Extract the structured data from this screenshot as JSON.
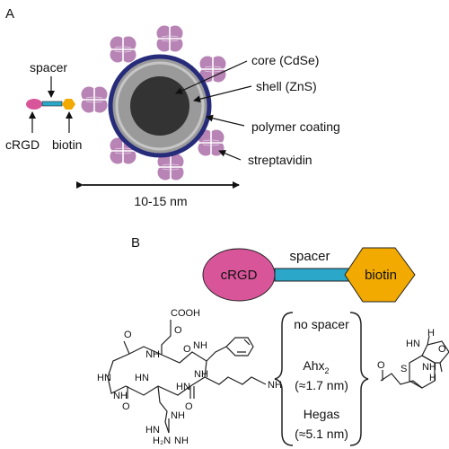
{
  "panel_a": {
    "letter": "A",
    "label_core": "core (CdSe)",
    "label_shell": "shell (ZnS)",
    "label_polymer": "polymer coating",
    "label_streptavidin": "streptavidin",
    "label_spacer": "spacer",
    "label_crgd": "cRGD",
    "label_biotin": "biotin",
    "size": "10-15 nm",
    "colors": {
      "core": "#333333",
      "shell": "#9a9a9a",
      "coating": "#262b7a",
      "streptavidin": "#b784b5",
      "crgd": "#d9559a",
      "spacer": "#2aa7c9",
      "biotin": "#f2a900"
    }
  },
  "panel_b": {
    "letter": "B",
    "crgd": "cRGD",
    "spacer": "spacer",
    "biotin": "biotin",
    "option1": "no spacer",
    "option2_base": "Ahx",
    "option2_sub": "2",
    "option2_len": "(≈1.7 nm)",
    "option3": "Hegas",
    "option3_len": "(≈5.1 nm)",
    "atoms": {
      "cooh": "COOH",
      "o1": "O",
      "o2": "O",
      "o3": "O",
      "o4": "O",
      "o5": "O",
      "nh1": "NH",
      "nh2": "NH",
      "nh3": "NH",
      "nh4": "NH",
      "nh5": "NH",
      "nh6": "NH",
      "nh7": "NH",
      "hn1": "HN",
      "hn2": "HN",
      "hn3": "HN",
      "hn4": "HN",
      "h2n": "H₂N",
      "hn_bio": "HN",
      "nh_bio": "NH",
      "h1": "H",
      "h2": "H",
      "s": "S",
      "o_bio": "O",
      "o_acyl": "O"
    }
  }
}
